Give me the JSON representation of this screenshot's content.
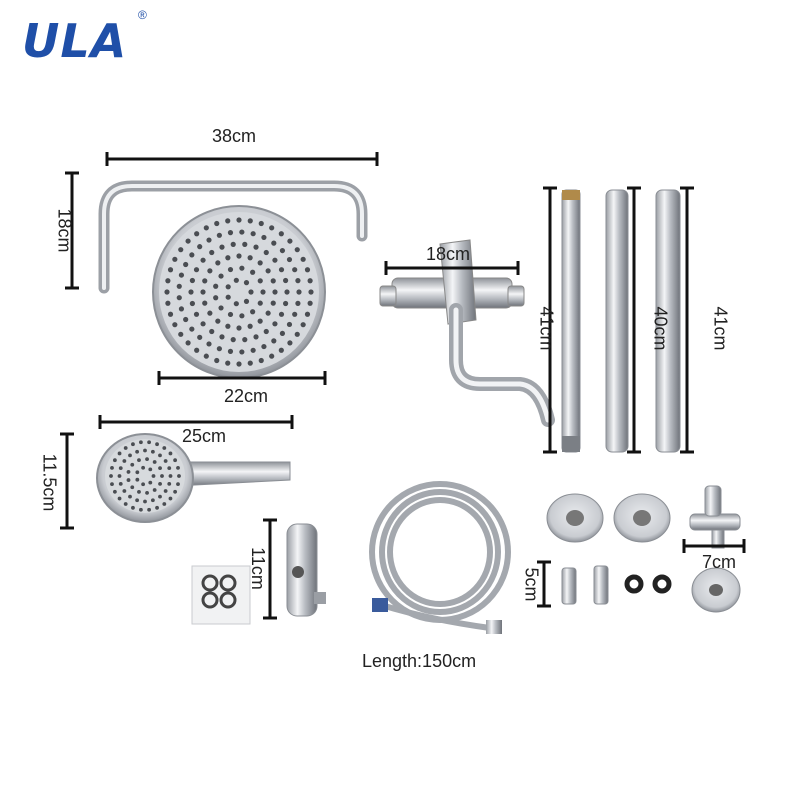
{
  "brand": {
    "name": "ULA",
    "mark": "®",
    "color": "#1f4fa8"
  },
  "dimensions": {
    "arm": "38cm",
    "arm_height": "18cm",
    "rain_head": "22cm",
    "mixer": "18cm",
    "pipe_left": "41cm",
    "pipe_mid": "40cm",
    "pipe_right": "41cm",
    "hand_shower_len": "25cm",
    "hand_shower_h": "11.5cm",
    "holder": "11cm",
    "hose_length": "Length:150cm",
    "connector": "5cm",
    "diverter": "7cm"
  }
}
